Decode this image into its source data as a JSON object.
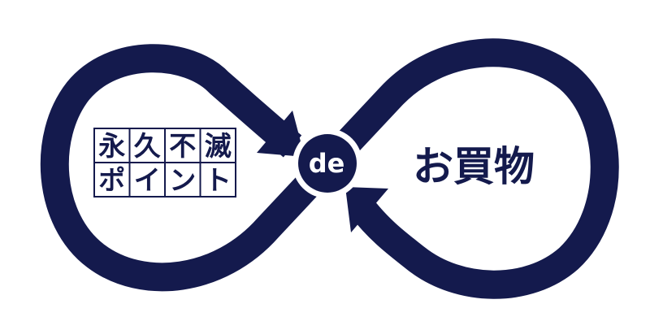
{
  "logo": {
    "colors": {
      "navy": "#141a4d",
      "background": "#ffffff"
    },
    "grid_rows": [
      [
        "永",
        "久",
        "不",
        "滅"
      ],
      [
        "ポ",
        "イ",
        "ン",
        "ト"
      ]
    ],
    "center_label": "de",
    "right_label": "お買物"
  }
}
